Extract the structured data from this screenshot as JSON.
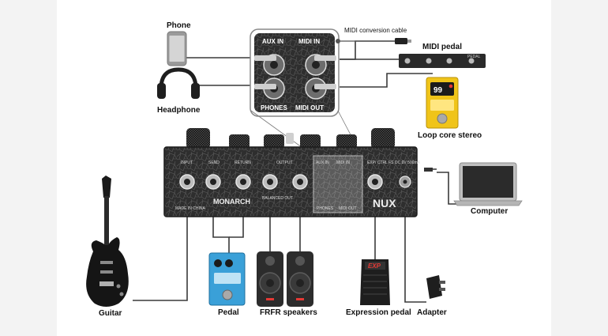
{
  "labels": {
    "phone": "Phone",
    "headphone": "Headphone",
    "midi_cable": "MIDI conversion cable",
    "midi_pedal": "MIDI pedal",
    "loop_core": "Loop core stereo",
    "computer": "Computer",
    "guitar": "Guitar",
    "pedal": "Pedal",
    "speakers": "FRFR speakers",
    "expression": "Expression pedal",
    "adapter": "Adapter"
  },
  "top_panel": {
    "aux_in": "AUX IN",
    "midi_in": "MIDI IN",
    "phones": "PHONES",
    "midi_out": "MIDI OUT"
  },
  "device": {
    "input": "INPUT",
    "send": "SEND",
    "return": "RETURN",
    "output": "OUTPUT",
    "aux_in": "AUX IN",
    "midi_in": "MIDI IN",
    "exp_ctrl": "EXP/ CTRL FS",
    "dc": "DC 9V 500mA",
    "brand": "NUX",
    "model": "MONARCH",
    "made": "MADE IN CHINA",
    "balanced": "BALANCED OUT",
    "phones": "PHONES",
    "midi_out": "MIDI OUT"
  },
  "midi_pedal": {
    "pedal_text": "PEDAL"
  },
  "loop_display": "99",
  "exp_logo": "EXP",
  "colors": {
    "device_body": "#2b2b2b",
    "loop_core": "#f0c419",
    "pedal_blue": "#3aa0d8",
    "cable": "#3a3a3a"
  }
}
